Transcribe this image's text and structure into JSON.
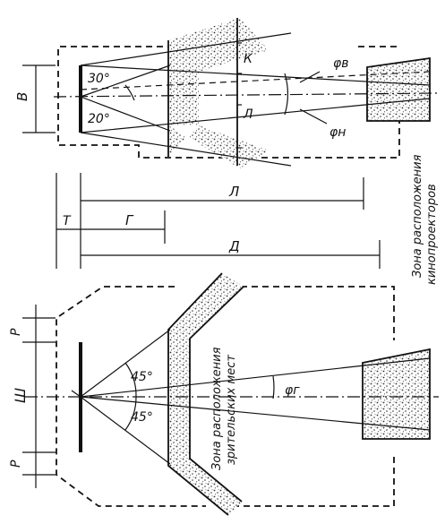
{
  "labels": {
    "width_b": "В",
    "width_sh": "Ш",
    "p_top": "Р",
    "p_bottom": "Р",
    "k": "К",
    "l_mid": "Л",
    "l_dim": "Л",
    "t_dim": "Т",
    "g_dim": "Г",
    "d_dim": "Д",
    "angle_30": "30°",
    "angle_20": "20°",
    "angle_45_top": "45°",
    "angle_45_bottom": "45°",
    "phi_v": "φв",
    "phi_n": "φн",
    "phi_g": "φг",
    "zone_projectors_line1": "Зона расположения",
    "zone_projectors_line2": "кинопроекторов",
    "zone_seats_line1": "Зона расположения",
    "zone_seats_line2": "зрительских мест"
  }
}
